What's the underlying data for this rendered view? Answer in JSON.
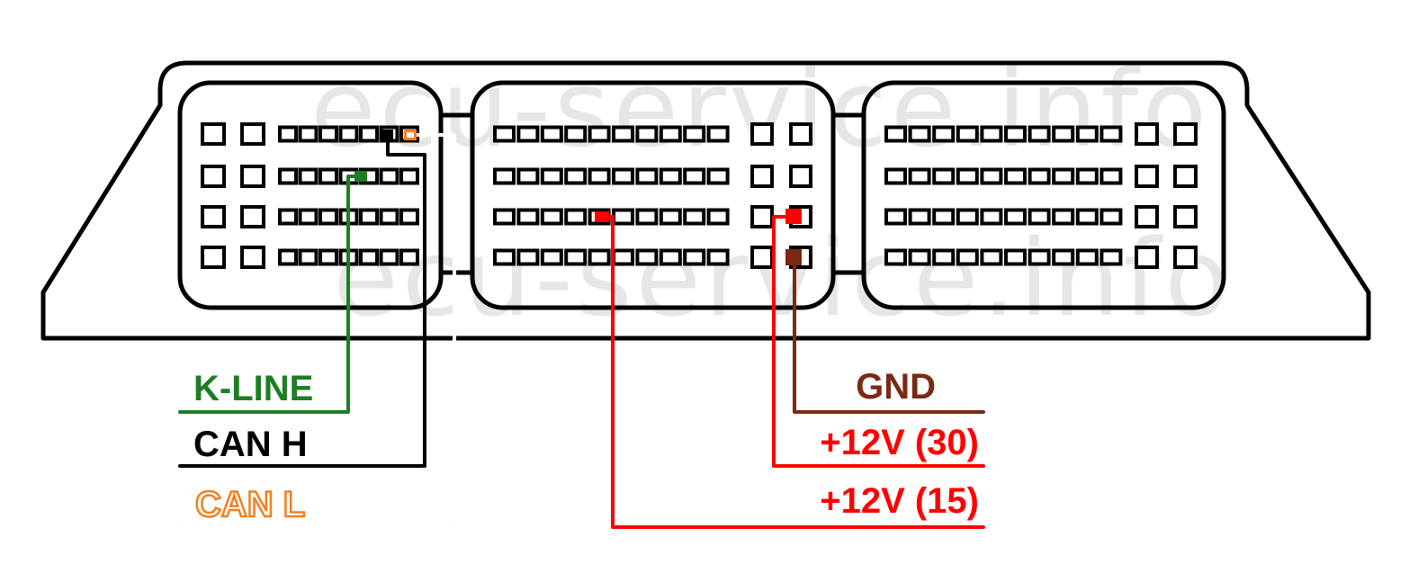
{
  "watermark": {
    "text": "ecu-service.info",
    "color": "#e6e6e6"
  },
  "connectors": [
    {
      "id": "left",
      "rows": 4,
      "large_first": 2,
      "small": 7,
      "large_last": 0
    },
    {
      "id": "middle",
      "rows": 4,
      "large_first": 0,
      "small": 10,
      "large_last": 2
    },
    {
      "id": "right",
      "rows": 4,
      "large_first": 0,
      "small": 10,
      "large_last": 2
    }
  ],
  "signals": [
    {
      "name": "K-LINE",
      "color": "#1e7d24",
      "connector": "left",
      "row": 2,
      "pin": 7,
      "style": "solid"
    },
    {
      "name": "CAN H",
      "color": "#000000",
      "connector": "left",
      "row": 1,
      "pin": 8,
      "style": "solid"
    },
    {
      "name": "CAN L",
      "color": "#f28020",
      "connector": "left",
      "row": 1,
      "pin": 9,
      "style": "outlined"
    },
    {
      "name": "GND",
      "color": "#7a2a14",
      "connector": "middle",
      "row": 4,
      "pin": 12,
      "style": "solid"
    },
    {
      "name": "+12V (30)",
      "color": "#ff0000",
      "connector": "middle",
      "row": 3,
      "pin": 12,
      "style": "solid"
    },
    {
      "name": "+12V (15)",
      "color": "#ff0000",
      "connector": "middle",
      "row": 3,
      "pin": 5,
      "style": "solid"
    }
  ]
}
